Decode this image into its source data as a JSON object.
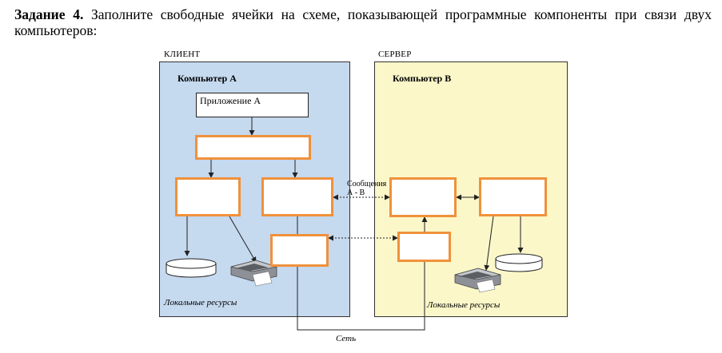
{
  "task": {
    "label": "Задание 4.",
    "text": " Заполните свободные ячейки на схеме, показывающей программные компоненты при связи двух компьютеров:"
  },
  "diagram": {
    "client_zone_label": "КЛИЕНТ",
    "server_zone_label": "СЕРВЕР",
    "computer_a_label": "Компьютер А",
    "computer_b_label": "Компьютер В",
    "application_a_label": "Приложение А",
    "messages_label_line1": "Сообщения",
    "messages_label_line2": "А - В",
    "local_resources_client": "Локальные ресурсы",
    "local_resources_server": "Локальные ресурсы",
    "network_label": "Сеть",
    "colors": {
      "client_background": "#c5d9ef",
      "server_background": "#fbf7c9",
      "empty_cell_border": "#f0913b"
    },
    "icons": [
      "disk-icon",
      "printer-icon"
    ]
  }
}
